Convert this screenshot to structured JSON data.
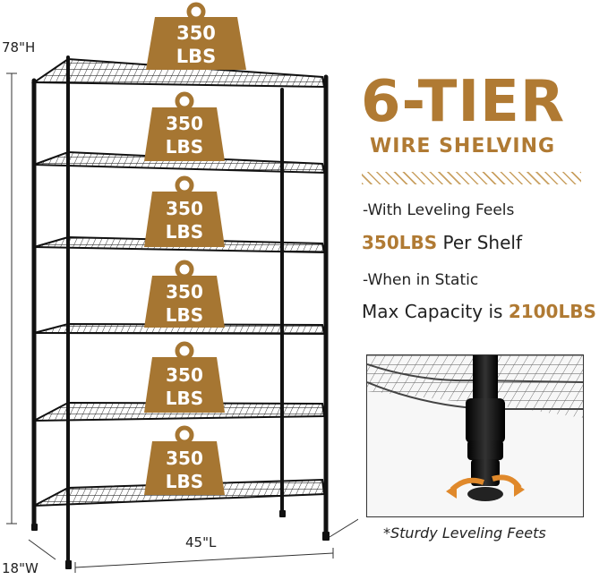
{
  "dimensions": {
    "height": "78\"H",
    "length": "45\"L",
    "width": "18\"W"
  },
  "tiers": [
    {
      "top": "350",
      "bottom": "LBS"
    },
    {
      "top": "350",
      "bottom": "LBS"
    },
    {
      "top": "350",
      "bottom": "LBS"
    },
    {
      "top": "350",
      "bottom": "LBS"
    },
    {
      "top": "350",
      "bottom": "LBS"
    },
    {
      "top": "350",
      "bottom": "LBS"
    }
  ],
  "headline": {
    "title": "6-TIER",
    "subtitle": "WIRE SHELVING"
  },
  "features": {
    "line1": "-With Leveling Feels",
    "line2_accent": "350LBS",
    "line2_rest": " Per Shelf",
    "line3": "-When in Static",
    "line4_rest": "Max Capacity is ",
    "line4_accent": "2100LBS"
  },
  "caption": "*Sturdy Leveling Feets",
  "colors": {
    "accent": "#b07a33",
    "weight_fill": "#a67632",
    "frame": "#111111"
  }
}
